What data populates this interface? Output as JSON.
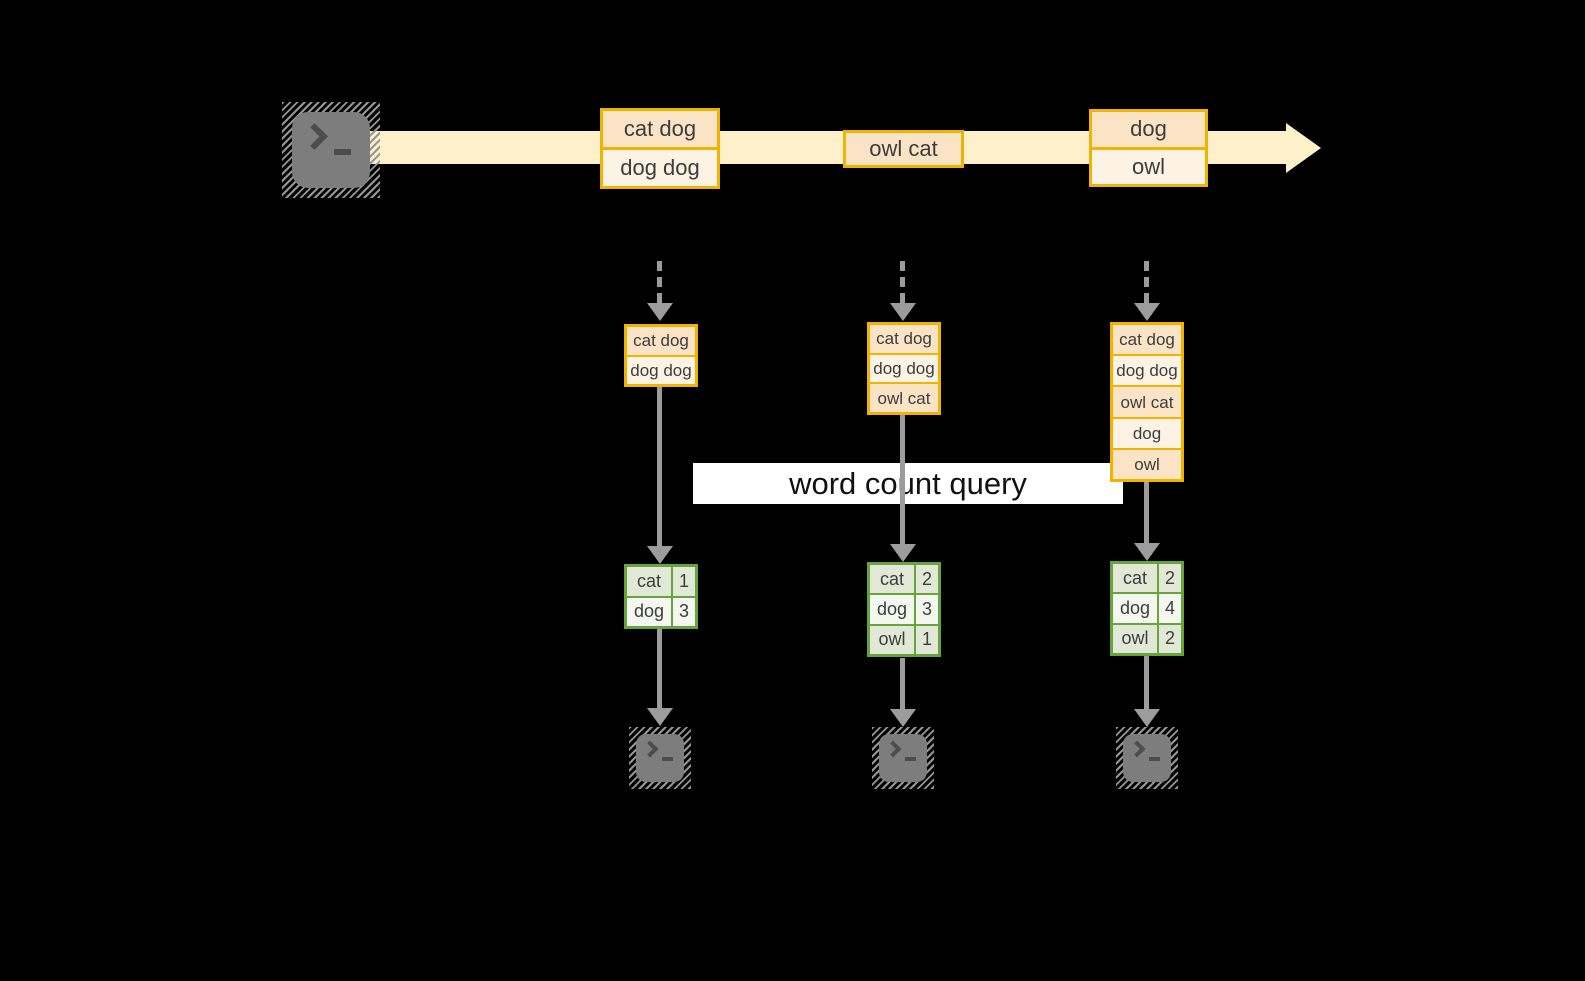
{
  "colors": {
    "background": "#000000",
    "gold_border": "#efb300",
    "peach_fill": "#fbe3c6",
    "cream_fill": "#fdf3e4",
    "stream_band": "#fdf0cb",
    "green_border": "#68a43d",
    "green_fill_dark": "#e1e9d6",
    "green_fill_light": "#f4f7f0",
    "arrow_gray": "#9c9c9c",
    "terminal_gray": "#7d7d7d",
    "label_bg": "#ffffff"
  },
  "icons": {
    "source_terminal": "terminal-icon",
    "sink_terminals": [
      "terminal-icon",
      "terminal-icon",
      "terminal-icon"
    ],
    "stream_arrow": "right-arrow",
    "step_arrows": "down-arrow"
  },
  "query_label": "word count query",
  "stream": {
    "batches": [
      {
        "cells": [
          "cat dog",
          "dog dog"
        ]
      },
      {
        "cells": [
          "owl cat"
        ]
      },
      {
        "cells": [
          "dog",
          "owl"
        ]
      }
    ]
  },
  "columns": [
    {
      "state": [
        "cat dog",
        "dog dog"
      ],
      "counts": [
        {
          "word": "cat",
          "count": "1"
        },
        {
          "word": "dog",
          "count": "3"
        }
      ]
    },
    {
      "state": [
        "cat dog",
        "dog dog",
        "owl cat"
      ],
      "counts": [
        {
          "word": "cat",
          "count": "2"
        },
        {
          "word": "dog",
          "count": "3"
        },
        {
          "word": "owl",
          "count": "1"
        }
      ]
    },
    {
      "state": [
        "cat dog",
        "dog dog",
        "owl cat",
        "dog",
        "owl"
      ],
      "counts": [
        {
          "word": "cat",
          "count": "2"
        },
        {
          "word": "dog",
          "count": "4"
        },
        {
          "word": "owl",
          "count": "2"
        }
      ]
    }
  ]
}
